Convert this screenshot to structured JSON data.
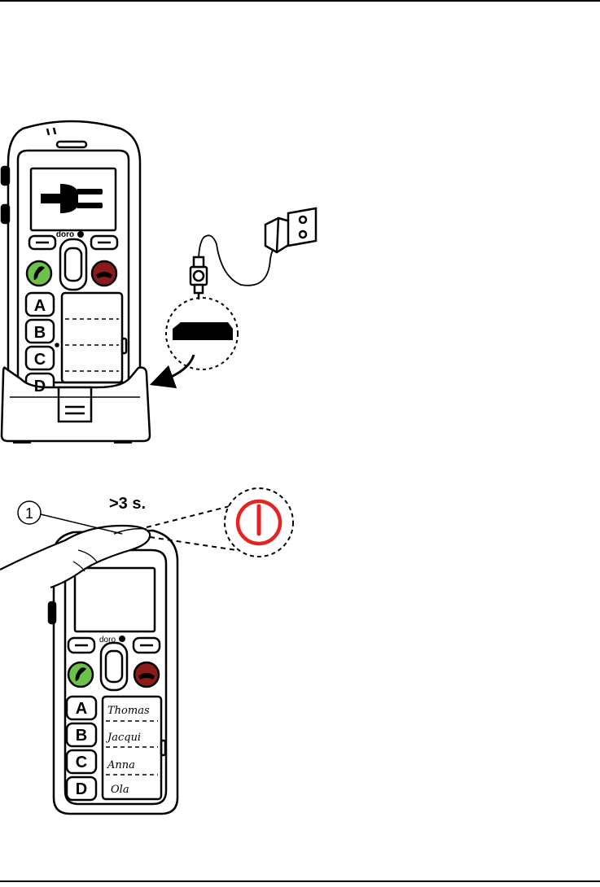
{
  "brand": "doro",
  "illustration_1": {
    "speed_keys": [
      "A",
      "B",
      "C",
      "D"
    ]
  },
  "illustration_2": {
    "callout_number": "1",
    "duration_label": ">3 s.",
    "speed_keys": [
      "A",
      "B",
      "C",
      "D"
    ],
    "contact_names": [
      "Thomas",
      "Jacqui",
      "Anna",
      "Ola"
    ]
  },
  "icons": {
    "charging": "plug-icon",
    "power": "power-icon",
    "call": "call-icon",
    "end_call": "end-call-icon"
  },
  "colors": {
    "call_green": "#6cc24a",
    "end_red": "#8b1a1a",
    "power_red": "#e52420",
    "line": "#000000"
  }
}
